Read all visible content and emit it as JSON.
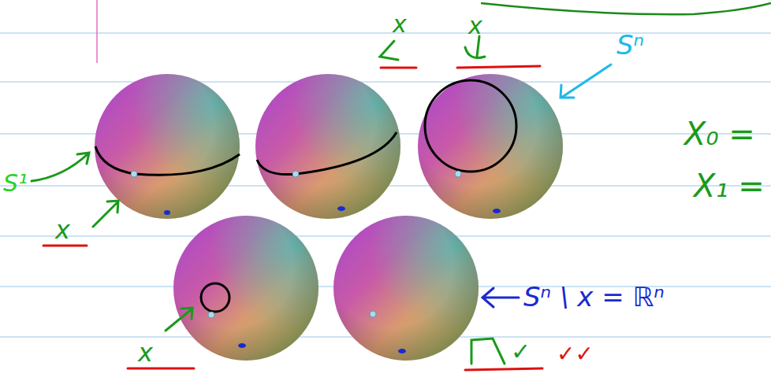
{
  "diagram": {
    "labels": [
      "x",
      "x",
      "Sⁿ",
      "S¹",
      "x",
      "x",
      "X₀ =",
      "X₁ =",
      "Sⁿ \\ x = ℝⁿ",
      "✓",
      "✓✓"
    ]
  }
}
